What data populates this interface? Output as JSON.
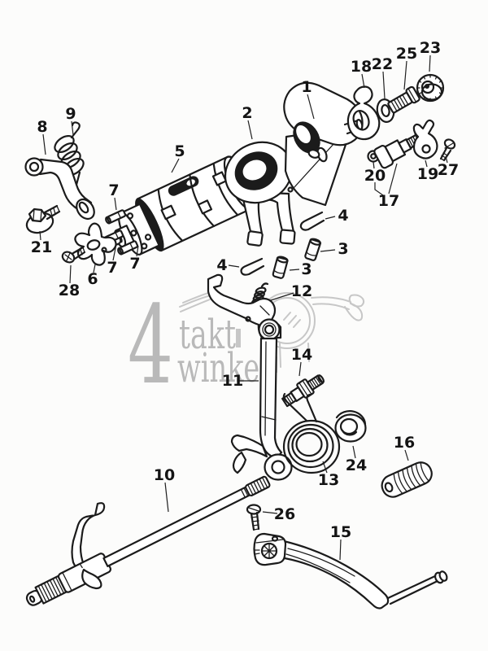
{
  "colors": {
    "ink": "#1b1b1b",
    "paper": "#fcfcfb",
    "ghost": "#c7c7c7"
  },
  "watermark": {
    "numeral": "4",
    "word_top": "takt",
    "word_bottom": "winkel",
    "color": "#b9b9b9"
  },
  "callouts": {
    "k1": "1",
    "k2": "2",
    "k3a": "3",
    "k3b": "3",
    "k4a": "4",
    "k4b": "4",
    "k5": "5",
    "k6": "6",
    "k7a": "7",
    "k7b": "7",
    "k7c": "7",
    "k8": "8",
    "k9": "9",
    "k10": "10",
    "k11": "11",
    "k12": "12",
    "k13": "13",
    "k14": "14",
    "k15": "15",
    "k16": "16",
    "k17": "17",
    "k18": "18",
    "k19": "19",
    "k20": "20",
    "k21": "21",
    "k22": "22",
    "k23": "23",
    "k24": "24",
    "k25": "25",
    "k26": "26",
    "k27": "27",
    "k28": "28"
  }
}
